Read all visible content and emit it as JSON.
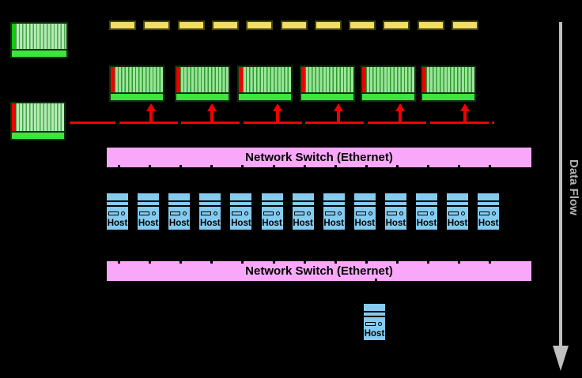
{
  "colors": {
    "background": "#000000",
    "yellow_fill": "#f2de60",
    "yellow_border": "#454508",
    "stripe_light_pale": "#b4eab4",
    "stripe_sep_pale": "#4aa64a",
    "stripe_light_mid": "#9ae49a",
    "stripe_sep_mid": "#2f9b2f",
    "accent_green": "#13c813",
    "accent_red": "#ee0000",
    "base_green": "#3de53d",
    "tape_border": "#0d330d",
    "switch_fill": "#f9a8f9",
    "switch_border": "#000000",
    "switch_text": "#000000",
    "host_fill": "#84cbf0",
    "host_border": "#000000",
    "red_line": "#f40000",
    "arrow_red": "#f40000",
    "gray_arrow": "#c0c0c0",
    "gray_text": "#b3b3b3"
  },
  "autoloader_row": {
    "count": 11
  },
  "drive_row": {
    "count": 6
  },
  "switch_top": {
    "label": "Network Switch (Ethernet)"
  },
  "switch_bottom": {
    "label": "Network Switch (Ethernet)"
  },
  "host_row": {
    "count": 13,
    "host_label": "Host"
  },
  "single_host": {
    "label": "Host"
  },
  "data_flow": {
    "label": "Data Flow"
  }
}
